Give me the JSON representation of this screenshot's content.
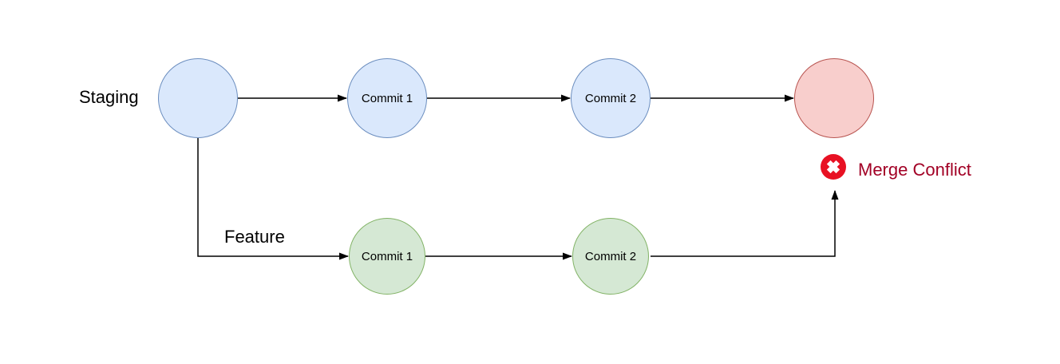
{
  "diagram": {
    "type": "git-branch-merge-flowchart",
    "background": "#ffffff",
    "branch_labels": {
      "staging": "Staging",
      "feature": "Feature"
    },
    "annotation": {
      "merge_conflict": "Merge Conflict"
    },
    "nodes": {
      "staging_start": {
        "label": "",
        "fill": "#dae8fc",
        "stroke": "#6c8ebf"
      },
      "staging_commit_1": {
        "label": "Commit 1",
        "fill": "#dae8fc",
        "stroke": "#6c8ebf"
      },
      "staging_commit_2": {
        "label": "Commit 2",
        "fill": "#dae8fc",
        "stroke": "#6c8ebf"
      },
      "merge_node": {
        "label": "",
        "fill": "#f8cecc",
        "stroke": "#b85450"
      },
      "feature_commit_1": {
        "label": "Commit 1",
        "fill": "#d5e8d4",
        "stroke": "#82b366"
      },
      "feature_commit_2": {
        "label": "Commit 2",
        "fill": "#d5e8d4",
        "stroke": "#82b366"
      }
    },
    "edges": [
      {
        "from": "staging_start",
        "to": "staging_commit_1"
      },
      {
        "from": "staging_commit_1",
        "to": "staging_commit_2"
      },
      {
        "from": "staging_commit_2",
        "to": "merge_node"
      },
      {
        "from": "staging_start",
        "to": "feature_commit_1",
        "branch": "feature"
      },
      {
        "from": "feature_commit_1",
        "to": "feature_commit_2"
      },
      {
        "from": "feature_commit_2",
        "to": "merge_conflict_icon"
      }
    ],
    "colors": {
      "edge": "#000000",
      "error_icon_fill": "#e81123",
      "error_icon_cross": "#ffffff",
      "merge_conflict_text": "#a20025",
      "label_text": "#000000"
    }
  }
}
